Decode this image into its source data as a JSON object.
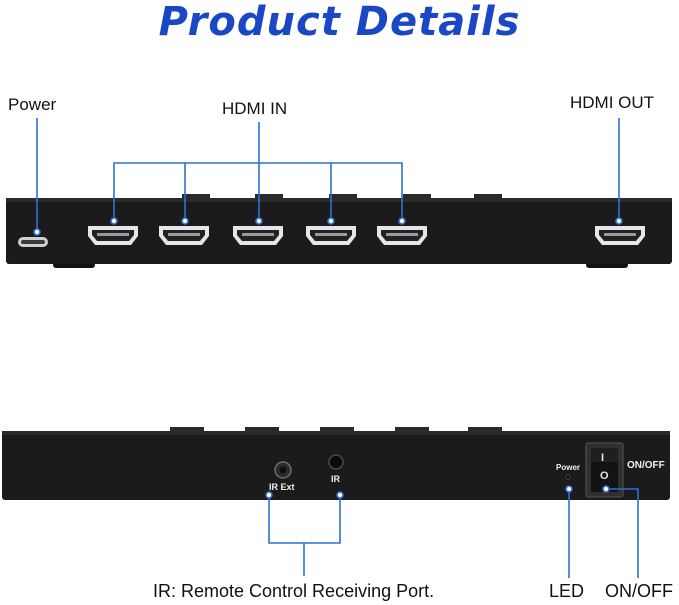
{
  "page": {
    "title": "Product Details"
  },
  "front_panel": {
    "power_label": "Power",
    "hdmi_in_label": "HDMI IN",
    "hdmi_out_label": "HDMI OUT",
    "hdmi_in_port_count": 5
  },
  "back_panel": {
    "ir_ext_text": "IR Ext",
    "ir_text": "IR",
    "power_led_text": "Power",
    "switch_on_symbol": "I",
    "switch_off_symbol": "O",
    "on_off_device_text": "ON/OFF",
    "ir_caption": "IR: Remote Control Receiving Port.",
    "led_label": "LED",
    "on_off_label": "ON/OFF"
  },
  "colors": {
    "title": "#1a47c4",
    "callout_line": "#2f6fd6",
    "device_body": "#1b1b1b"
  }
}
